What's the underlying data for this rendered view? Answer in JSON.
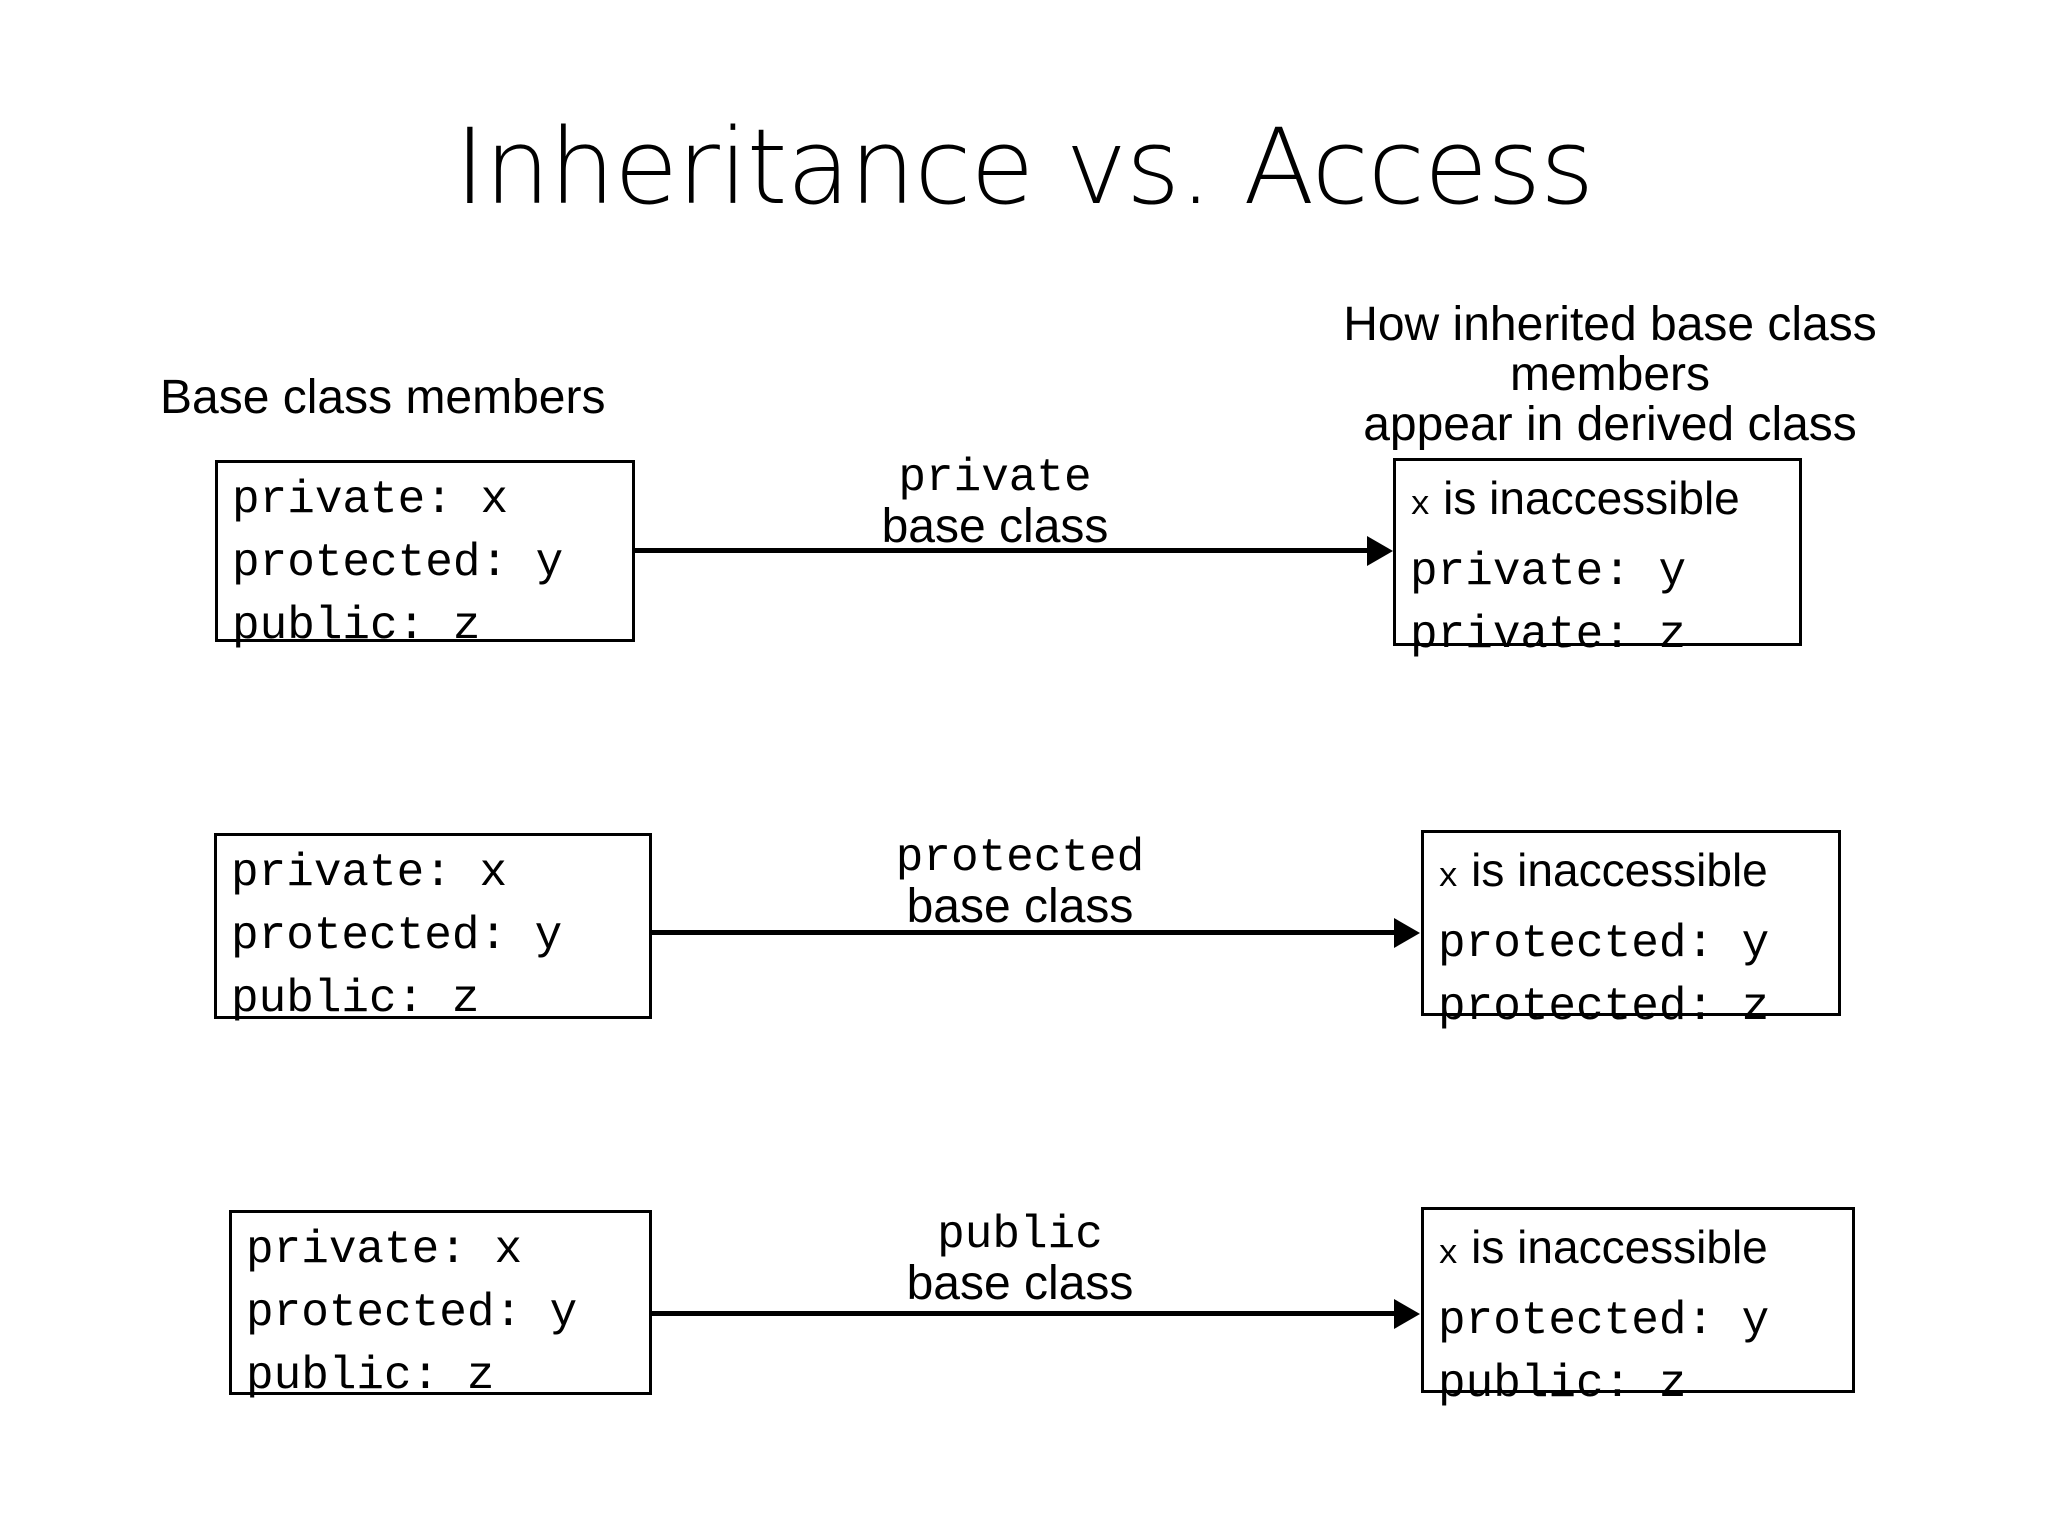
{
  "slide": {
    "title": "Inheritance vs. Access",
    "background_color": "#ffffff",
    "text_color": "#000000"
  },
  "headers": {
    "left": "Base class members",
    "right_lines": [
      "How inherited base class",
      "members",
      "appear in derived class"
    ]
  },
  "rows": [
    {
      "base_box": {
        "lines": [
          "private: x",
          "protected: y",
          "public: z"
        ]
      },
      "arrow": {
        "keyword": "private",
        "suffix": "base class"
      },
      "derived_box": {
        "note_ident": "x",
        "note_text": " is inaccessible",
        "lines": [
          "private: y",
          "private: z"
        ]
      }
    },
    {
      "base_box": {
        "lines": [
          "private: x",
          "protected: y",
          "public: z"
        ]
      },
      "arrow": {
        "keyword": "protected",
        "suffix": "base class"
      },
      "derived_box": {
        "note_ident": "x",
        "note_text": " is inaccessible",
        "lines": [
          "protected: y",
          "protected: z"
        ]
      }
    },
    {
      "base_box": {
        "lines": [
          "private: x",
          "protected: y",
          "public: z"
        ]
      },
      "arrow": {
        "keyword": "public",
        "suffix": "base class"
      },
      "derived_box": {
        "note_ident": "x",
        "note_text": " is inaccessible",
        "lines": [
          "protected: y",
          "public: z"
        ]
      }
    }
  ]
}
